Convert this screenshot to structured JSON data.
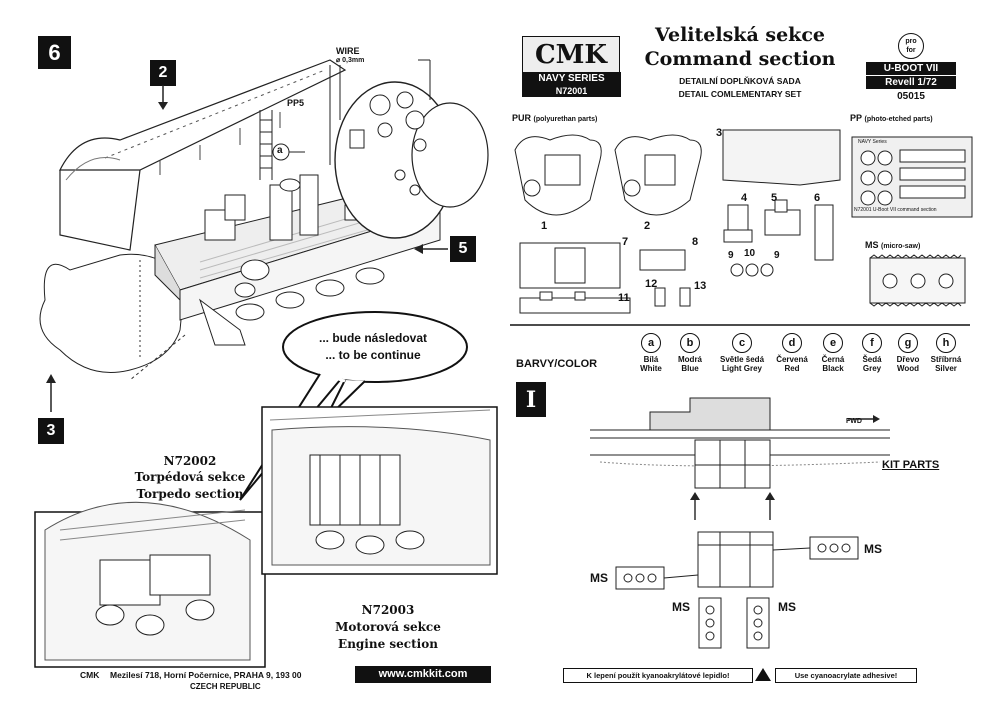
{
  "steps": {
    "s6": "6",
    "s2": "2",
    "s3": "3",
    "s5": "5",
    "s1": "I"
  },
  "left": {
    "wire_label": "WIRE",
    "wire_size": "⌀ 0,3mm",
    "pp5_label": "PP5",
    "color_a": "a",
    "bubble_line1": "... bude následovat",
    "bubble_line2": "... to be continue",
    "n72002_code": "N72002",
    "n72002_cz": "Torpédová sekce",
    "n72002_en": "Torpedo section",
    "n72003_code": "N72003",
    "n72003_cz": "Motorová sekce",
    "n72003_en": "Engine section"
  },
  "header": {
    "logo_text": "CMK",
    "series": "NAVY SERIES",
    "code": "N72001",
    "title_cz": "Velitelská sekce",
    "title_en": "Command section",
    "subtitle_cz": "DETAILNÍ DOPLŇKOVÁ SADA",
    "subtitle_en": "DETAIL COMLEMENTARY SET",
    "pro_for": "pro\nfor",
    "model": "U-BOOT VII",
    "kit": "Revell 1/72",
    "kit_no": "05015"
  },
  "parts": {
    "pur_label": "PUR",
    "pur_desc": "(polyurethan parts)",
    "pp_label": "PP",
    "pp_desc": "(photo-etched parts)",
    "ms_label": "MS",
    "ms_desc": "(micro-saw)",
    "pe_sheet_title": "NAVY Series",
    "pe_sheet_caption": "N72001 U-Boot VII command section",
    "numbers": [
      "1",
      "2",
      "3",
      "4",
      "5",
      "6",
      "7",
      "8",
      "9",
      "10",
      "9",
      "11",
      "12",
      "13"
    ]
  },
  "colors": {
    "title": "BARVY/COLOR",
    "items": [
      {
        "key": "a",
        "cz": "Bílá",
        "en": "White"
      },
      {
        "key": "b",
        "cz": "Modrá",
        "en": "Blue"
      },
      {
        "key": "c",
        "cz": "Světle šedá",
        "en": "Light Grey"
      },
      {
        "key": "d",
        "cz": "Červená",
        "en": "Red"
      },
      {
        "key": "e",
        "cz": "Černá",
        "en": "Black"
      },
      {
        "key": "f",
        "cz": "Šedá",
        "en": "Grey"
      },
      {
        "key": "g",
        "cz": "Dřevo",
        "en": "Wood"
      },
      {
        "key": "h",
        "cz": "Stříbrná",
        "en": "Silver"
      }
    ]
  },
  "step1": {
    "fwd": "FWD",
    "kit_parts": "KIT PARTS",
    "ms": "MS"
  },
  "footer": {
    "company": "CMK",
    "address": "Mezilesí 718, Horní Počernice, PRAHA 9,  193 00",
    "country": "CZECH REPUBLIC",
    "website": "www.cmkkit.com",
    "glue_cz": "K lepení použít kyanoakrylátové lepidlo!",
    "glue_en": "Use cyanoacrylate adhesive!"
  }
}
